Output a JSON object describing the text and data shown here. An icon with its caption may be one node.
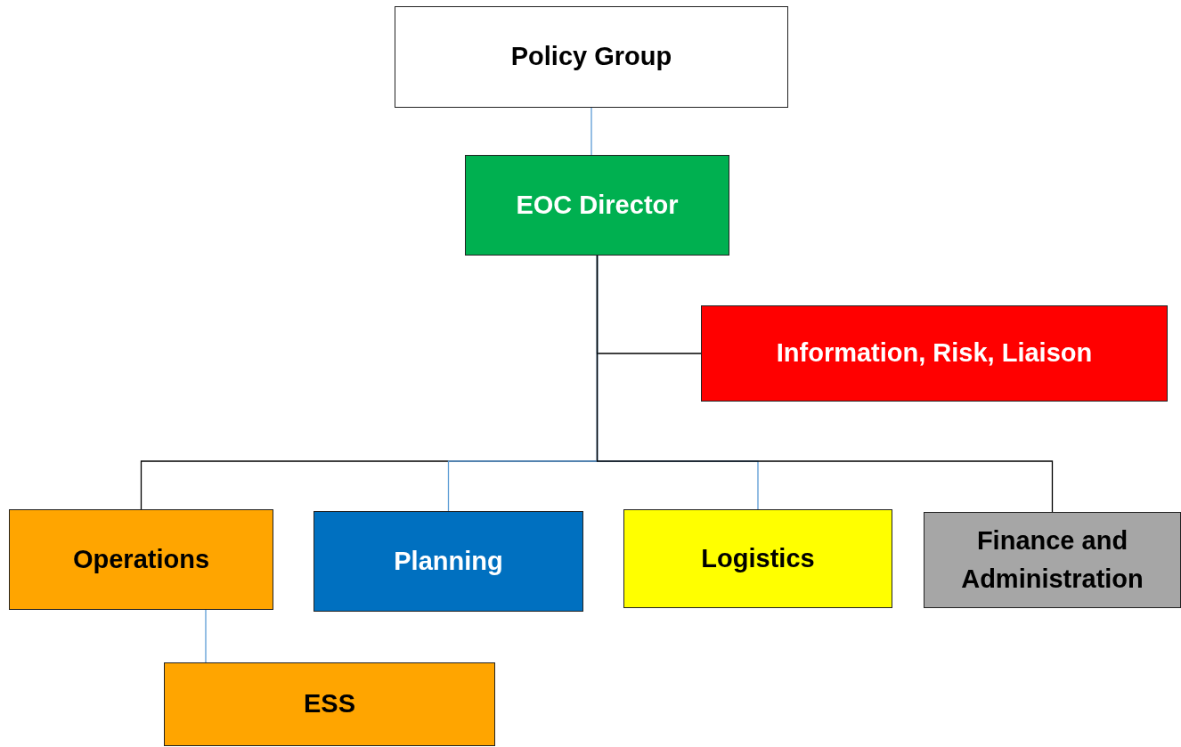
{
  "diagram": {
    "nodes": [
      {
        "text": [
          "Policy Group"
        ]
      },
      {
        "text": [
          "EOC Director"
        ]
      },
      {
        "text": [
          "Information, Risk, Liaison"
        ]
      },
      {
        "text": [
          "Operations"
        ]
      },
      {
        "text": [
          "Planning"
        ]
      },
      {
        "text": [
          "Logistics"
        ]
      },
      {
        "text": [
          "Finance and Administration"
        ]
      },
      {
        "text": [
          "ESS"
        ]
      }
    ],
    "edges": [
      {
        "from": 0,
        "to": 1,
        "arrow": "none"
      },
      {
        "from": 1,
        "to": 2,
        "arrow": "none",
        "color": "#000000"
      },
      {
        "from": 1,
        "to": 3,
        "arrow": "none",
        "color": "#000000"
      },
      {
        "from": 1,
        "to": 4,
        "arrow": "none"
      },
      {
        "from": 1,
        "to": 5,
        "arrow": "none"
      },
      {
        "from": 1,
        "to": 6,
        "arrow": "none",
        "color": "#000000"
      },
      {
        "from": 3,
        "to": 7,
        "arrow": "none"
      }
    ]
  }
}
